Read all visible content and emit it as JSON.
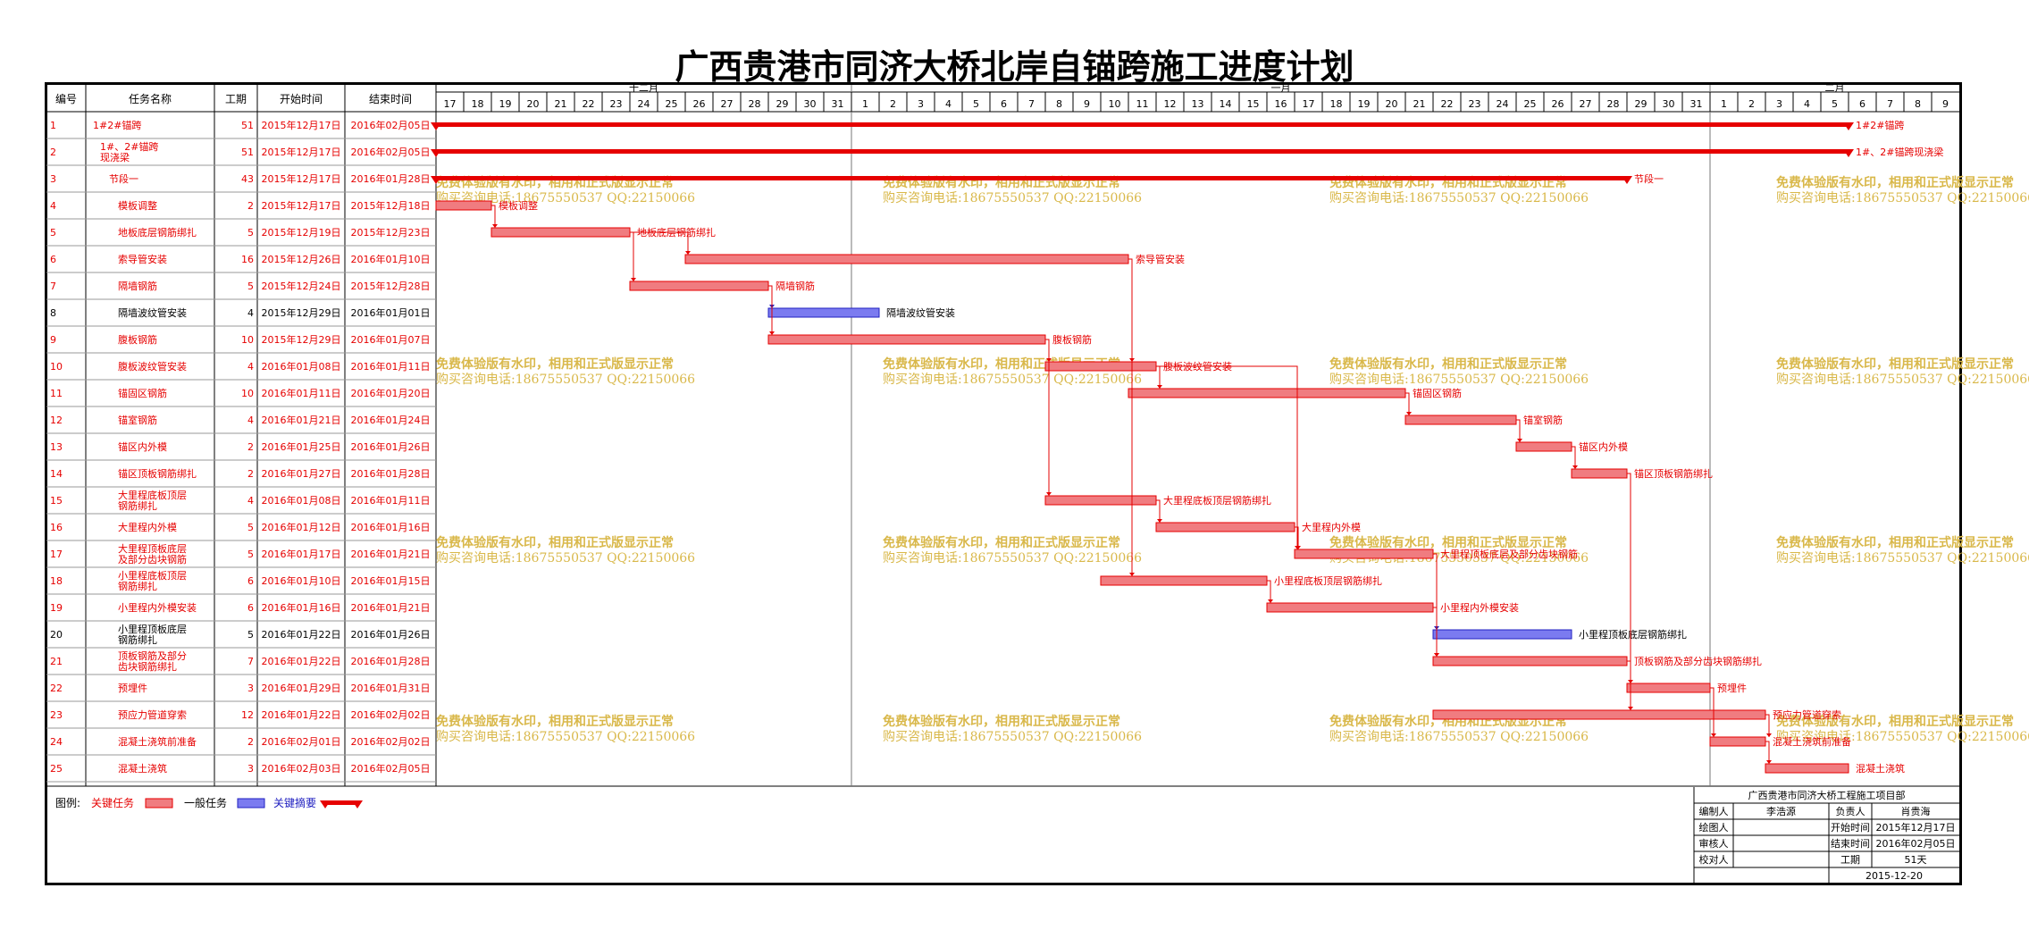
{
  "title": "广西贵港市同济大桥北岸自锚跨施工进度计划",
  "table_headers": {
    "id": "编号",
    "name": "任务名称",
    "duration": "工期",
    "start": "开始时间",
    "end": "结束时间"
  },
  "months": [
    {
      "label": "十二月",
      "days": [
        17,
        18,
        19,
        20,
        21,
        22,
        23,
        24,
        25,
        26,
        27,
        28,
        29,
        30,
        31
      ]
    },
    {
      "label": "一月",
      "days": [
        1,
        2,
        3,
        4,
        5,
        6,
        7,
        8,
        9,
        10,
        11,
        12,
        13,
        14,
        15,
        16,
        17,
        18,
        19,
        20,
        21,
        22,
        23,
        24,
        25,
        26,
        27,
        28,
        29,
        30,
        31
      ]
    },
    {
      "label": "二月",
      "days": [
        1,
        2,
        3,
        4,
        5,
        6,
        7,
        8,
        9
      ]
    }
  ],
  "watermark": {
    "line1": "免费体验版有水印，相用和正式版显示正常",
    "line2": "购买咨询电话:18675550537 QQ:22150066"
  },
  "legend": {
    "prefix": "图例:",
    "critical": "关键任务",
    "normal": "一般任务",
    "summary": "关键摘要"
  },
  "info": {
    "title": "广西贵港市同济大桥工程施工项目部",
    "rows": [
      [
        "编制人",
        "李浩源",
        "负责人",
        "肖贵海"
      ],
      [
        "绘图人",
        "",
        "开始时间",
        "2015年12月17日"
      ],
      [
        "审核人",
        "",
        "结束时间",
        "2016年02月05日"
      ],
      [
        "校对人",
        "",
        "工期",
        "51天"
      ]
    ],
    "date": "2015-12-20"
  },
  "colors": {
    "critical": "#f07c80",
    "critical_line": "#e60000",
    "normal": "#7b7bf0",
    "normal_line": "#2020c0",
    "red_text": "#e60000",
    "watermark": "#d9b84a",
    "grid": "#999999"
  },
  "chart_data": {
    "type": "gantt",
    "title": "广西贵港市同济大桥北岸自锚跨施工进度计划",
    "x_range": [
      "2015-12-17",
      "2016-02-09"
    ],
    "tasks": [
      {
        "id": "1",
        "name": "1#2#锚跨",
        "duration": "51",
        "start": "2015年12月17日",
        "end": "2016年02月05日",
        "s": "2015-12-17",
        "e": "2016-02-05",
        "kind": "summary",
        "critical": true,
        "bar_label": "1#2#锚跨"
      },
      {
        "id": "2",
        "name": "1#、2#锚跨现浇梁",
        "duration": "51",
        "start": "2015年12月17日",
        "end": "2016年02月05日",
        "s": "2015-12-17",
        "e": "2016-02-05",
        "kind": "summary",
        "critical": true,
        "bar_label": "1#、2#锚跨现浇梁"
      },
      {
        "id": "3",
        "name": "节段一",
        "duration": "43",
        "start": "2015年12月17日",
        "end": "2016年01月28日",
        "s": "2015-12-17",
        "e": "2016-01-28",
        "kind": "summary",
        "critical": true,
        "bar_label": "节段一"
      },
      {
        "id": "4",
        "name": "模板调整",
        "duration": "2",
        "start": "2015年12月17日",
        "end": "2015年12月18日",
        "s": "2015-12-17",
        "e": "2015-12-18",
        "kind": "task",
        "critical": true,
        "bar_label": "模板调整"
      },
      {
        "id": "5",
        "name": "地板底层钢筋绑扎",
        "duration": "5",
        "start": "2015年12月19日",
        "end": "2015年12月23日",
        "s": "2015-12-19",
        "e": "2015-12-23",
        "kind": "task",
        "critical": true,
        "bar_label": "地板底层钢筋绑扎"
      },
      {
        "id": "6",
        "name": "索导管安装",
        "duration": "16",
        "start": "2015年12月26日",
        "end": "2016年01月10日",
        "s": "2015-12-26",
        "e": "2016-01-10",
        "kind": "task",
        "critical": true,
        "bar_label": "索导管安装"
      },
      {
        "id": "7",
        "name": "隔墙钢筋",
        "duration": "5",
        "start": "2015年12月24日",
        "end": "2015年12月28日",
        "s": "2015-12-24",
        "e": "2015-12-28",
        "kind": "task",
        "critical": true,
        "bar_label": "隔墙钢筋"
      },
      {
        "id": "8",
        "name": "隔墙波纹管安装",
        "duration": "4",
        "start": "2015年12月29日",
        "end": "2016年01月01日",
        "s": "2015-12-29",
        "e": "2016-01-01",
        "kind": "task",
        "critical": false,
        "bar_label": "隔墙波纹管安装"
      },
      {
        "id": "9",
        "name": "腹板钢筋",
        "duration": "10",
        "start": "2015年12月29日",
        "end": "2016年01月07日",
        "s": "2015-12-29",
        "e": "2016-01-07",
        "kind": "task",
        "critical": true,
        "bar_label": "腹板钢筋"
      },
      {
        "id": "10",
        "name": "腹板波纹管安装",
        "duration": "4",
        "start": "2016年01月08日",
        "end": "2016年01月11日",
        "s": "2016-01-08",
        "e": "2016-01-11",
        "kind": "task",
        "critical": true,
        "bar_label": "腹板波纹管安装"
      },
      {
        "id": "11",
        "name": "锚固区钢筋",
        "duration": "10",
        "start": "2016年01月11日",
        "end": "2016年01月20日",
        "s": "2016-01-11",
        "e": "2016-01-20",
        "kind": "task",
        "critical": true,
        "bar_label": "锚固区钢筋"
      },
      {
        "id": "12",
        "name": "锚室钢筋",
        "duration": "4",
        "start": "2016年01月21日",
        "end": "2016年01月24日",
        "s": "2016-01-21",
        "e": "2016-01-24",
        "kind": "task",
        "critical": true,
        "bar_label": "锚室钢筋"
      },
      {
        "id": "13",
        "name": "锚区内外模",
        "duration": "2",
        "start": "2016年01月25日",
        "end": "2016年01月26日",
        "s": "2016-01-25",
        "e": "2016-01-26",
        "kind": "task",
        "critical": true,
        "bar_label": "锚区内外模"
      },
      {
        "id": "14",
        "name": "锚区顶板钢筋绑扎",
        "duration": "2",
        "start": "2016年01月27日",
        "end": "2016年01月28日",
        "s": "2016-01-27",
        "e": "2016-01-28",
        "kind": "task",
        "critical": true,
        "bar_label": "锚区顶板钢筋绑扎"
      },
      {
        "id": "15",
        "name": "大里程底板顶层钢筋绑扎",
        "duration": "4",
        "start": "2016年01月08日",
        "end": "2016年01月11日",
        "s": "2016-01-08",
        "e": "2016-01-11",
        "kind": "task",
        "critical": true,
        "bar_label": "大里程底板顶层钢筋绑扎"
      },
      {
        "id": "16",
        "name": "大里程内外模",
        "duration": "5",
        "start": "2016年01月12日",
        "end": "2016年01月16日",
        "s": "2016-01-12",
        "e": "2016-01-16",
        "kind": "task",
        "critical": true,
        "bar_label": "大里程内外模"
      },
      {
        "id": "17",
        "name": "大里程顶板底层及部分齿块钢筋",
        "duration": "5",
        "start": "2016年01月17日",
        "end": "2016年01月21日",
        "s": "2016-01-17",
        "e": "2016-01-21",
        "kind": "task",
        "critical": true,
        "bar_label": "大里程顶板底层及部分齿块钢筋"
      },
      {
        "id": "18",
        "name": "小里程底板顶层钢筋绑扎",
        "duration": "6",
        "start": "2016年01月10日",
        "end": "2016年01月15日",
        "s": "2016-01-10",
        "e": "2016-01-15",
        "kind": "task",
        "critical": true,
        "bar_label": "小里程底板顶层钢筋绑扎"
      },
      {
        "id": "19",
        "name": "小里程内外模安装",
        "duration": "6",
        "start": "2016年01月16日",
        "end": "2016年01月21日",
        "s": "2016-01-16",
        "e": "2016-01-21",
        "kind": "task",
        "critical": true,
        "bar_label": "小里程内外模安装"
      },
      {
        "id": "20",
        "name": "小里程顶板底层钢筋绑扎",
        "duration": "5",
        "start": "2016年01月22日",
        "end": "2016年01月26日",
        "s": "2016-01-22",
        "e": "2016-01-26",
        "kind": "task",
        "critical": false,
        "bar_label": "小里程顶板底层钢筋绑扎"
      },
      {
        "id": "21",
        "name": "顶板钢筋及部分齿块钢筋绑扎",
        "duration": "7",
        "start": "2016年01月22日",
        "end": "2016年01月28日",
        "s": "2016-01-22",
        "e": "2016-01-28",
        "kind": "task",
        "critical": true,
        "bar_label": "顶板钢筋及部分齿块钢筋绑扎"
      },
      {
        "id": "22",
        "name": "预埋件",
        "duration": "3",
        "start": "2016年01月29日",
        "end": "2016年01月31日",
        "s": "2016-01-29",
        "e": "2016-01-31",
        "kind": "task",
        "critical": true,
        "bar_label": "预埋件"
      },
      {
        "id": "23",
        "name": "预应力管道穿索",
        "duration": "12",
        "start": "2016年01月22日",
        "end": "2016年02月02日",
        "s": "2016-01-22",
        "e": "2016-02-02",
        "kind": "task",
        "critical": true,
        "bar_label": "预应力管道穿索"
      },
      {
        "id": "24",
        "name": "混凝土浇筑前准备",
        "duration": "2",
        "start": "2016年02月01日",
        "end": "2016年02月02日",
        "s": "2016-02-01",
        "e": "2016-02-02",
        "kind": "task",
        "critical": true,
        "bar_label": "混凝土浇筑前准备"
      },
      {
        "id": "25",
        "name": "混凝土浇筑",
        "duration": "3",
        "start": "2016年02月03日",
        "end": "2016年02月05日",
        "s": "2016-02-03",
        "e": "2016-02-05",
        "kind": "task",
        "critical": true,
        "bar_label": "混凝土浇筑"
      }
    ],
    "links": [
      [
        "4",
        "5"
      ],
      [
        "5",
        "7"
      ],
      [
        "5",
        "6"
      ],
      [
        "7",
        "8"
      ],
      [
        "7",
        "9"
      ],
      [
        "6",
        "10"
      ],
      [
        "9",
        "10"
      ],
      [
        "9",
        "15"
      ],
      [
        "10",
        "11"
      ],
      [
        "11",
        "12"
      ],
      [
        "12",
        "13"
      ],
      [
        "13",
        "14"
      ],
      [
        "15",
        "16"
      ],
      [
        "16",
        "17"
      ],
      [
        "6",
        "18"
      ],
      [
        "18",
        "19"
      ],
      [
        "10",
        "17"
      ],
      [
        "19",
        "20"
      ],
      [
        "19",
        "21"
      ],
      [
        "17",
        "21"
      ],
      [
        "14",
        "22"
      ],
      [
        "21",
        "23"
      ],
      [
        "22",
        "24"
      ],
      [
        "23",
        "24"
      ],
      [
        "24",
        "25"
      ]
    ]
  }
}
